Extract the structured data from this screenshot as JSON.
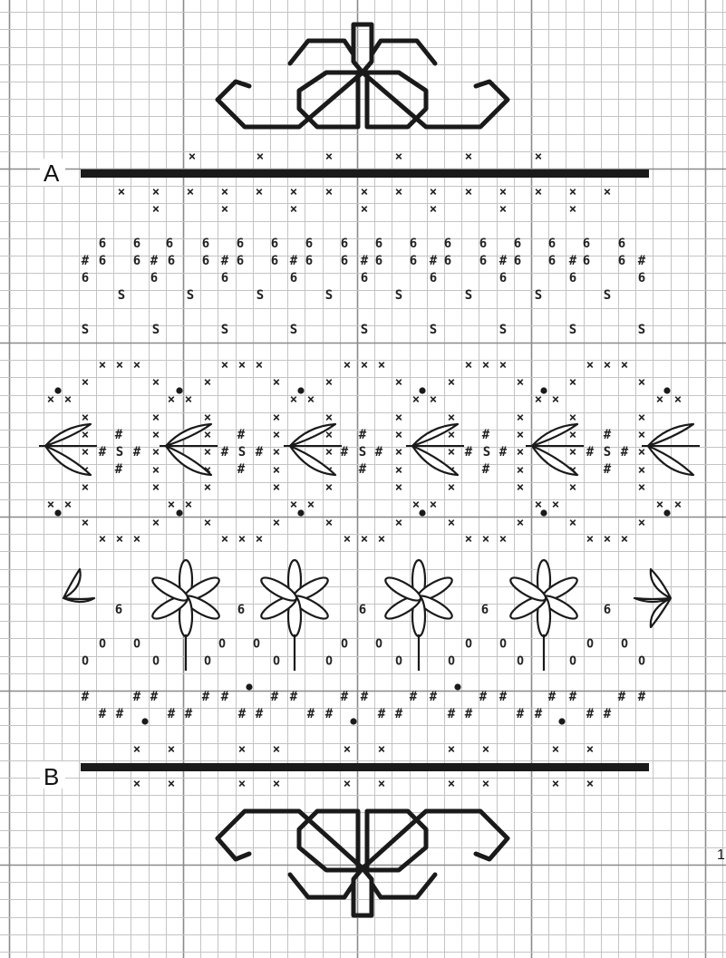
{
  "labels": {
    "a": "A",
    "b": "B",
    "edge": "1"
  },
  "symbols": {
    "cross": "×",
    "six": "6",
    "s": "S",
    "hash": "#",
    "o": "O"
  },
  "colors": {
    "grid_minor": "#c4c4c4",
    "grid_major": "#8a8a8a",
    "ink": "#1a1a1a"
  }
}
